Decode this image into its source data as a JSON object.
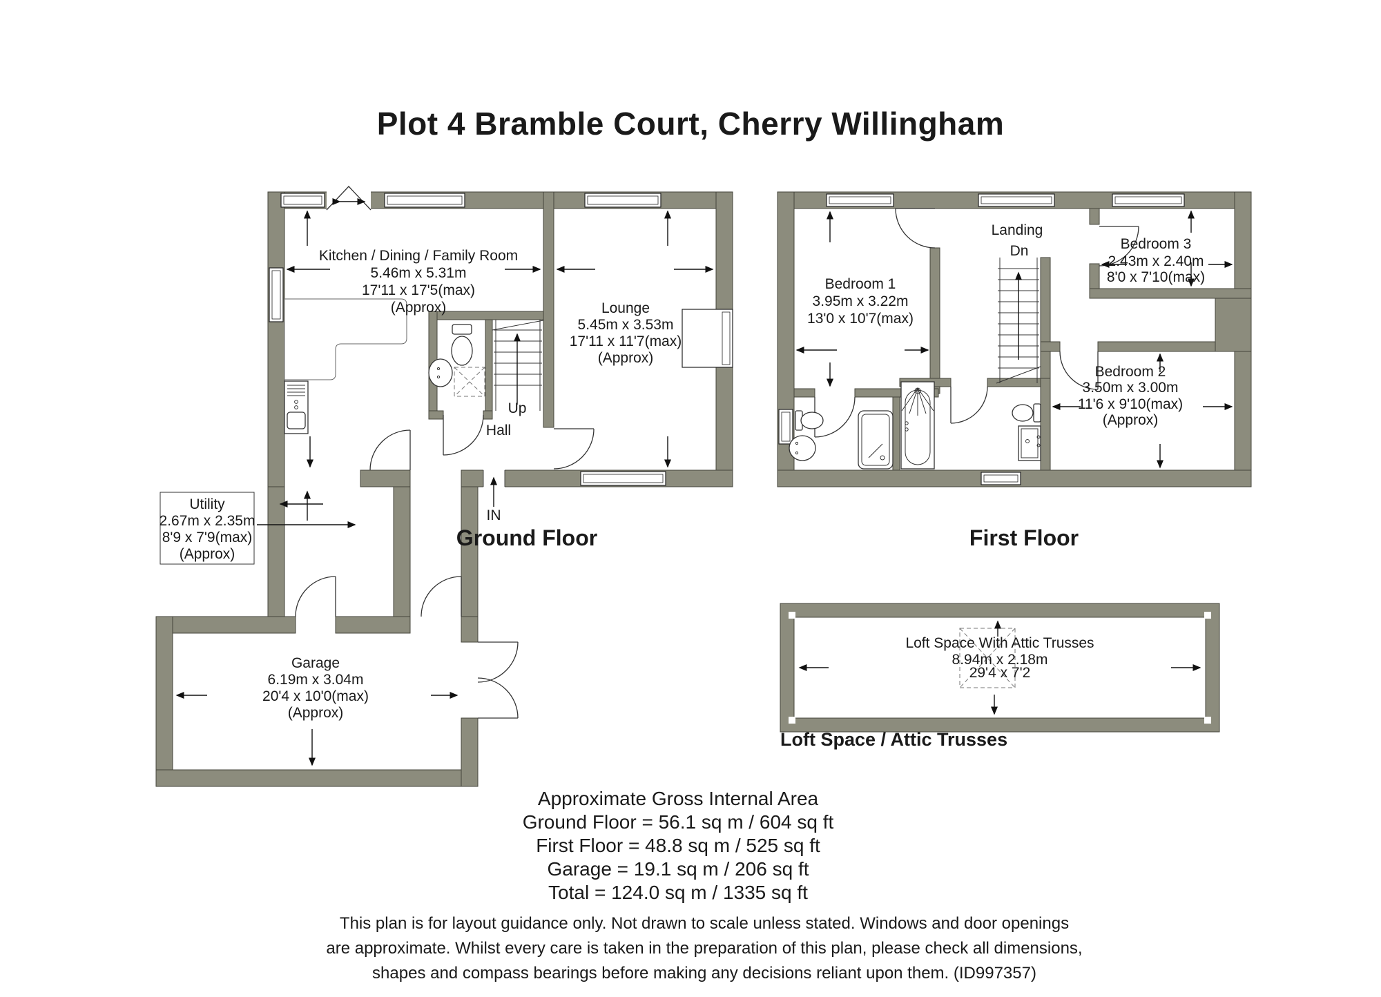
{
  "title": "Plot 4 Bramble Court, Cherry Willingham",
  "colors": {
    "wall": "#8c8c7d",
    "wall_outline": "#44443b",
    "text": "#1a1a1a"
  },
  "ground_floor": {
    "heading": "Ground Floor",
    "kitchen": {
      "name": "Kitchen / Dining / Family Room",
      "metric": "5.46m x 5.31m",
      "imperial": "17'11 x 17'5(max)",
      "approx": "(Approx)"
    },
    "lounge": {
      "name": "Lounge",
      "metric": "5.45m x 3.53m",
      "imperial": "17'11 x 11'7(max)",
      "approx": "(Approx)"
    },
    "utility": {
      "name": "Utility",
      "metric": "2.67m x 2.35m",
      "imperial": "8'9 x 7'9(max)",
      "approx": "(Approx)"
    },
    "garage": {
      "name": "Garage",
      "metric": "6.19m x 3.04m",
      "imperial": "20'4 x 10'0(max)",
      "approx": "(Approx)"
    },
    "hall_label": "Hall",
    "stairs_label": "Up",
    "entrance_label": "IN"
  },
  "first_floor": {
    "heading": "First Floor",
    "bedroom1": {
      "name": "Bedroom 1",
      "metric": "3.95m x 3.22m",
      "imperial": "13'0 x 10'7(max)"
    },
    "bedroom2": {
      "name": "Bedroom 2",
      "metric": "3.50m x 3.00m",
      "imperial": "11'6 x 9'10(max)",
      "approx": "(Approx)"
    },
    "bedroom3": {
      "name": "Bedroom 3",
      "metric": "2.43m x 2.40m",
      "imperial": "8'0 x 7'10(max)"
    },
    "landing_label": "Landing",
    "stairs_label": "Dn"
  },
  "loft": {
    "heading": "Loft Space / Attic Trusses",
    "room": {
      "name": "Loft Space With Attic Trusses",
      "metric": "8.94m x 2.18m",
      "imperial": "29'4 x 7'2"
    }
  },
  "area_summary": {
    "title": "Approximate Gross Internal Area",
    "ground": "Ground Floor = 56.1 sq m / 604 sq ft",
    "first": "First Floor = 48.8 sq m / 525 sq ft",
    "garage": "Garage = 19.1 sq m / 206 sq ft",
    "total": "Total = 124.0 sq m / 1335 sq ft"
  },
  "disclaimer": {
    "line1": "This plan is for layout guidance only. Not drawn to scale unless stated. Windows and door openings",
    "line2": "are approximate. Whilst every care is taken in the preparation of this plan, please check all dimensions,",
    "line3": "shapes and compass bearings before making any decisions reliant upon them. (ID997357)"
  }
}
